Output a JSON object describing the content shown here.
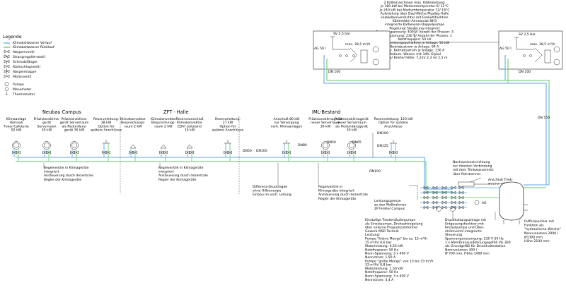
{
  "colors": {
    "supply": "#7fb8e6",
    "return": "#86d186",
    "line": "#222222"
  },
  "legend": {
    "title": "Legende",
    "items": [
      {
        "label": "Klimakaltwasser Vorlauf",
        "symbol": "supply-line"
      },
      {
        "label": "Klimakaltwasser Rücklauf",
        "symbol": "return-line"
      },
      {
        "label": "Absperrventil",
        "symbol": "valve"
      },
      {
        "label": "Strangregulierventil",
        "symbol": "reg-valve"
      },
      {
        "label": "Schmutzfänger",
        "symbol": "strainer"
      },
      {
        "label": "Rückschlagventil",
        "symbol": "check-valve"
      },
      {
        "label": "Absperrklappe",
        "symbol": "butterfly"
      },
      {
        "label": "Motorventil",
        "symbol": "motor-valve"
      },
      {
        "label": "Pumpe",
        "symbol": "pump"
      },
      {
        "label": "Manometer",
        "symbol": "gauge"
      },
      {
        "label": "Thermometer",
        "symbol": "thermo"
      }
    ]
  },
  "chiller_note": [
    "2 Kältemaschinen max. Kälteleistung:",
    "je 180 kW bei Mediumtemperatur 6/ 12°C",
    "je 240 kW bei Mediumtemperatur 12/ 18°C",
    "Aufstellung über Dachfläche Mastbg-Halle",
    "Hubkolbenverdichter mit Freikühlfunktion",
    "Kältemittel Ammoniak NH3",
    "integrierte Kaltwasser-Doppelpumpe",
    "Regelung/ Steuerung integriert",
    "Betriebsspannung: 400 V/ Anzahl der Phasen: 3",
    "Steuerspannung: 230 V/ Anzahl der Phasen: 1",
    "Netzfrequenz: 50 Hz",
    "max. Leistungsaufnahme je Anlage: 50 kW",
    "Betriebsstrom je Anlage: 94 A",
    "max. Betriebsstrom je Anlage: 130 A",
    "Medium: Wasser mit 34% Glykol",
    "Länge/ Breite/ Höhe: 7,2m/ 2,3 m/ 2,5 m"
  ],
  "chillers": [
    {
      "sv": "SV 2,5 bar",
      "ag": "AG 50 l",
      "flow": "max. 38,5 m³/h"
    },
    {
      "sv": "SV 2,5 bar",
      "ag": "AG 50 l",
      "flow": "max. 38,5 m³/h"
    }
  ],
  "pipe_labels": {
    "dn100_a": "DN 100",
    "dn100_b": "DN 100",
    "dn150": "DN 150"
  },
  "sections": {
    "neubau": "Neubau Campus",
    "zft": "ZFT - Halle",
    "iml": "IML-Bestand"
  },
  "consumers": [
    {
      "lines": [
        "Klimaanlage",
        "Hörsaal/",
        "Foyer-Cafeteria",
        "92 kW"
      ]
    },
    {
      "lines": [
        "Präzisionsklima-",
        "gerät",
        "Serverraum",
        "30 kW"
      ]
    },
    {
      "lines": [
        "Präzisionsklima-",
        "gerät Serverraum",
        "als Redundanz-",
        "gerät 30 kW"
      ]
    },
    {
      "lines": [
        "Reserveleitung:",
        "28 kW",
        "Option für",
        "spätere Anschlüsse"
      ]
    },
    {
      "lines": [
        "Klimakonvektor",
        "Besprechungs-",
        "raum 2 kW"
      ]
    },
    {
      "lines": [
        "Klimakonvektor",
        "Besprechungs-",
        "raum 2 kW"
      ]
    },
    {
      "lines": [
        "Reserveanschluß",
        "Klimakonvektor",
        "EDV/ Leitstand",
        "10 kW"
      ]
    },
    {
      "lines": [
        "Reserveleitung:",
        "27 kW",
        "Option für",
        "spätere Anschlüsse"
      ]
    },
    {
      "lines": [
        "Anschluß 80 kW",
        "zur Versorgung",
        "vorh. Klimaanlagen"
      ]
    },
    {
      "lines": [
        "Präzisionsklimagerät",
        "neuer Serverraum",
        "30 kW"
      ]
    },
    {
      "lines": [
        "Präzisionsklimagerät",
        "neuer Serverraum",
        "als Redundanzgerät",
        "30 kW"
      ]
    },
    {
      "lines": [
        "Reserveleitung: 120 kW",
        "Option für spätere",
        "Anschlüsse"
      ]
    }
  ],
  "dn_labels": {
    "dn50_a": "DN50",
    "dn100_c": "DN100",
    "dn80": "DN80",
    "dn50_b": "DN50",
    "dn65": "DN65",
    "dn100_d": "DN100",
    "dn125": "DN125",
    "dn100_e": "DN100"
  },
  "notes": {
    "regelventile_a": [
      "Regelventile in Klimageräte",
      "integriert",
      "Ansteuerung durch dezentrale",
      "Regler der Klimageräte"
    ],
    "regelventile_b": [
      "Regelventile in Klimageräte",
      "integriert",
      "Ansteuerung durch dezentrale",
      "Regler der Klimageräte"
    ],
    "differenz": [
      "Differenz-Druckregler",
      "ohne Hilfsenergie",
      "Einbau im vorh. Leitung"
    ],
    "regelventile_c": [
      "Regelventile in",
      "Klimageräte integriert",
      "Ansteuerung durch dezentrale",
      "Regler der Klimageräte"
    ],
    "leistungsgrenze": [
      "Leistungsgrenze",
      "zu den Maßnahmen",
      "ZFT-Halle/ Campus"
    ],
    "nachspeise": [
      "Nachspeiseeinrichtung",
      "zur direkten Verbindung",
      "mit dem Trinkwassernetz",
      "über Rohrtrenner"
    ],
    "anschluss_trink": [
      "Anschluß Trink-",
      "wassernetz"
    ],
    "ag": "AG",
    "pumps": [
      "Einstufige Trockenläuferpumpe",
      "als Einzelpumpe, Drehzahlregelung",
      "über externe Frequenzumformer",
      "Gewerk MSR Technik",
      "Leistung:",
      "Pumpe \"kleine Menge\" bis ca. 15 m³/h",
      "15 m³/h/ 0,6 bar",
      "Motorleistung: 0,55 kW",
      "Netzfrequenz: 50 Hz",
      "Nenn-Spannung: 3 x 400 V",
      "Nennstrom: 1,50 A",
      "Pumpe \"große Menge\" von 15 bis 33 m³/h",
      "33 m³/h/ 0,8 bar",
      "Motorleistung: 1,50 kW",
      "Netzfrequenz: 50 Hz",
      "Nenn-Spannung: 3 x 400 V",
      "Nennstrom: 3,4 A"
    ],
    "druckhaltung": [
      "Druckhaltungsanlage mit",
      "Entgasungsfunktion mit",
      "Kreiselpumpe und Über-",
      "strömventil integrierte",
      "Steuerung",
      "Spannungsversorgung: 230 V 50 Hz",
      "1 x Membranausdehnungsgefäß VG 300",
      "als Grundgefäß für Druckhaltestation",
      "Nennvolumen 300 l",
      "Ø 700 mm, Höhe 1400 mm"
    ],
    "puffer": [
      "Pufferspeicher mit",
      "Funktion als",
      "\"hydraulische Weiche\"",
      "Nennvolumen 2000 l",
      "Ø1300 mm,",
      "Höhe 2100 mm"
    ]
  }
}
